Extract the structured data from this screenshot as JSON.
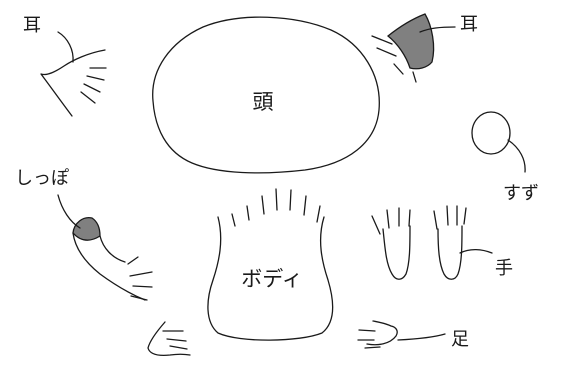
{
  "labels": {
    "ear_left": "耳",
    "ear_right": "耳",
    "head": "頭",
    "bell": "すず",
    "tail": "しっぽ",
    "body": "ボディ",
    "hand": "手",
    "foot": "足"
  },
  "colors": {
    "line": "#1a1a1a",
    "shade": "#808080",
    "background": "#ffffff"
  }
}
